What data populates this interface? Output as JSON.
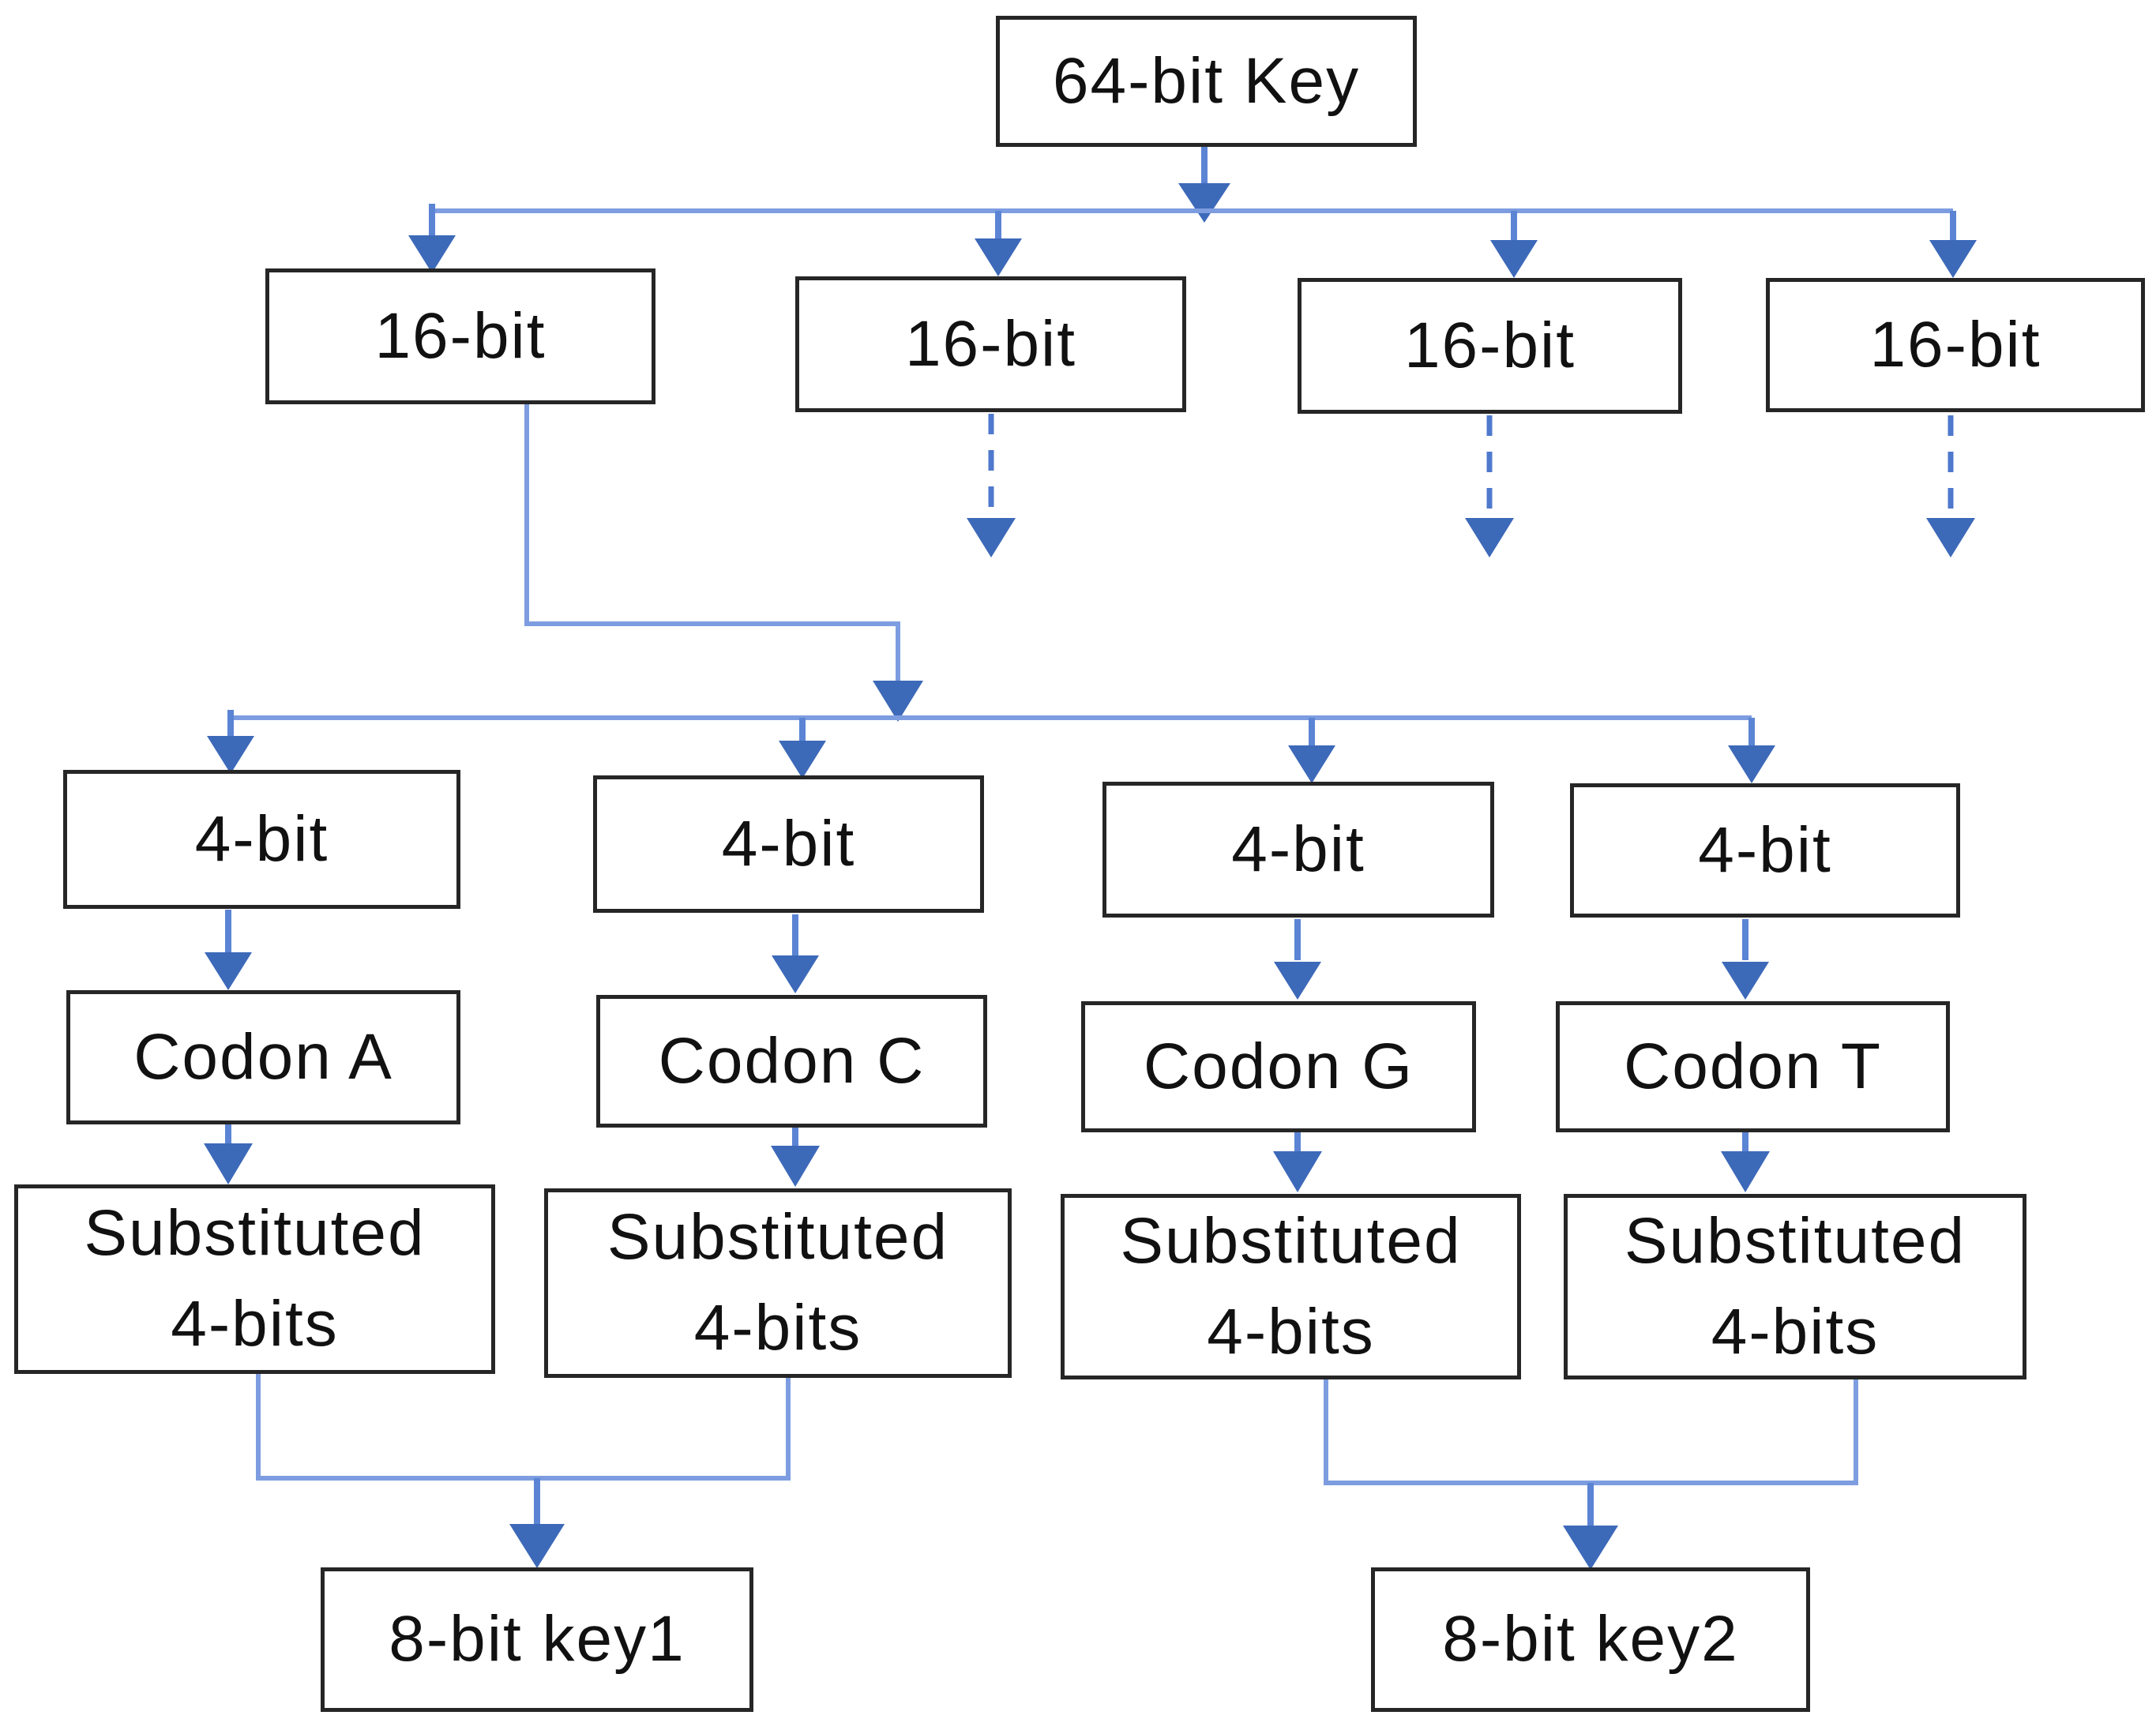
{
  "diagram": {
    "type": "flowchart",
    "description": "Key splitting and substitution flow producing two 8-bit keys from a 64-bit key",
    "nodes": {
      "key64": {
        "label": "64-bit Key"
      },
      "b16a": {
        "label": "16-bit"
      },
      "b16b": {
        "label": "16-bit"
      },
      "b16c": {
        "label": "16-bit"
      },
      "b16d": {
        "label": "16-bit"
      },
      "b4a": {
        "label": "4-bit"
      },
      "b4b": {
        "label": "4-bit"
      },
      "b4c": {
        "label": "4-bit"
      },
      "b4d": {
        "label": "4-bit"
      },
      "codA": {
        "label": "Codon A"
      },
      "codC": {
        "label": "Codon C"
      },
      "codG": {
        "label": "Codon G"
      },
      "codT": {
        "label": "Codon T"
      },
      "sub1": {
        "label": "Substituted\n4-bits"
      },
      "sub2": {
        "label": "Substituted\n4-bits"
      },
      "sub3": {
        "label": "Substituted\n4-bits"
      },
      "sub4": {
        "label": "Substituted\n4-bits"
      },
      "key1": {
        "label": "8-bit key1"
      },
      "key2": {
        "label": "8-bit key2"
      }
    },
    "edges": [
      {
        "from": "key64",
        "to": "b16a",
        "style": "solid"
      },
      {
        "from": "key64",
        "to": "b16b",
        "style": "solid"
      },
      {
        "from": "key64",
        "to": "b16c",
        "style": "solid"
      },
      {
        "from": "key64",
        "to": "b16d",
        "style": "solid"
      },
      {
        "from": "b16b",
        "to": null,
        "style": "dashed"
      },
      {
        "from": "b16c",
        "to": null,
        "style": "dashed"
      },
      {
        "from": "b16d",
        "to": null,
        "style": "dashed"
      },
      {
        "from": "b16a",
        "to": "b4a",
        "style": "solid"
      },
      {
        "from": "b16a",
        "to": "b4b",
        "style": "solid"
      },
      {
        "from": "b16a",
        "to": "b4c",
        "style": "solid"
      },
      {
        "from": "b16a",
        "to": "b4d",
        "style": "solid"
      },
      {
        "from": "b4a",
        "to": "codA",
        "style": "solid"
      },
      {
        "from": "b4b",
        "to": "codC",
        "style": "solid"
      },
      {
        "from": "b4c",
        "to": "codG",
        "style": "solid"
      },
      {
        "from": "b4d",
        "to": "codT",
        "style": "solid"
      },
      {
        "from": "codA",
        "to": "sub1",
        "style": "solid"
      },
      {
        "from": "codC",
        "to": "sub2",
        "style": "solid"
      },
      {
        "from": "codG",
        "to": "sub3",
        "style": "solid"
      },
      {
        "from": "codT",
        "to": "sub4",
        "style": "solid"
      },
      {
        "from": "sub1",
        "to": "key1",
        "style": "solid"
      },
      {
        "from": "sub2",
        "to": "key1",
        "style": "solid"
      },
      {
        "from": "sub3",
        "to": "key2",
        "style": "solid"
      },
      {
        "from": "sub4",
        "to": "key2",
        "style": "solid"
      }
    ],
    "colors": {
      "connector_line": "#7d9de0",
      "arrow_shaft": "#5b84d4",
      "arrow_head": "#3d69b9",
      "box_border": "#262626",
      "text": "#111111",
      "background": "#ffffff"
    }
  }
}
